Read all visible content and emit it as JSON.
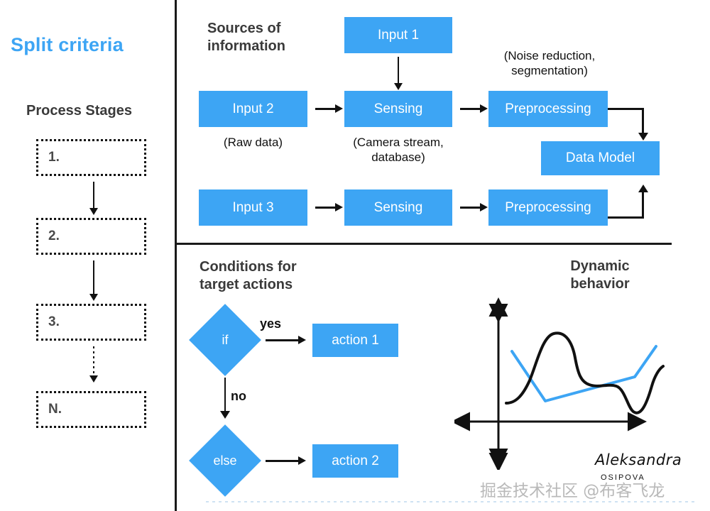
{
  "left_panel": {
    "title": "Split criteria",
    "title_color": "#3DA5F4",
    "stages_heading": "Process Stages",
    "stages": [
      {
        "label": "1."
      },
      {
        "label": "2."
      },
      {
        "label": "3."
      },
      {
        "label": "N."
      }
    ]
  },
  "sources_section": {
    "heading_line1": "Sources of",
    "heading_line2": "information",
    "nodes": {
      "input1": "Input 1",
      "input2": "Input 2",
      "input3": "Input 3",
      "sensing_top": "Sensing",
      "sensing_bottom": "Sensing",
      "preprocessing_top": "Preprocessing",
      "preprocessing_bottom": "Preprocessing",
      "data_model": "Data Model"
    },
    "captions": {
      "raw_data": "(Raw data)",
      "camera_stream_line1": "(Camera stream,",
      "camera_stream_line2": "database)",
      "noise_line1": "(Noise reduction,",
      "noise_line2": "segmentation)"
    }
  },
  "conditions_section": {
    "heading_line1": "Conditions for",
    "heading_line2": "target actions",
    "if_label": "if",
    "else_label": "else",
    "yes_label": "yes",
    "no_label": "no",
    "action1": "action 1",
    "action2": "action 2"
  },
  "dynamic_section": {
    "heading_line1": "Dynamic",
    "heading_line2": "behavior"
  },
  "signature": {
    "name": "Aleksandra",
    "surname": "OSIPOVA"
  },
  "watermark": "掘金技术社区 @布客飞龙",
  "colors": {
    "accent_blue": "#3DA5F4",
    "ink": "#111111",
    "text_gray": "#3a3a3a"
  },
  "chart_data": {
    "type": "line",
    "title": "Dynamic behavior",
    "xlabel": "",
    "ylabel": "",
    "grid": false,
    "legend": "none",
    "axes": {
      "x_arrow_both_ends": true,
      "y_arrow_both_ends": true,
      "origin": [
        702,
        594
      ]
    },
    "series": [
      {
        "name": "black-curve",
        "color": "#111111",
        "style": "smooth",
        "points": [
          [
            713,
            568
          ],
          [
            728,
            562
          ],
          [
            742,
            548
          ],
          [
            754,
            528
          ],
          [
            766,
            500
          ],
          [
            778,
            480
          ],
          [
            790,
            470
          ],
          [
            802,
            472
          ],
          [
            812,
            486
          ],
          [
            818,
            505
          ],
          [
            821,
            520
          ],
          [
            826,
            533
          ],
          [
            836,
            541
          ],
          [
            852,
            543
          ],
          [
            866,
            541
          ],
          [
            876,
            545
          ],
          [
            884,
            558
          ],
          [
            890,
            574
          ],
          [
            898,
            580
          ],
          [
            908,
            574
          ],
          [
            916,
            556
          ],
          [
            926,
            531
          ],
          [
            934,
            518
          ]
        ]
      },
      {
        "name": "blue-polyline",
        "color": "#3DA5F4",
        "style": "polyline",
        "points": [
          [
            721,
            495
          ],
          [
            768,
            565
          ],
          [
            894,
            531
          ],
          [
            924,
            488
          ]
        ]
      }
    ]
  }
}
